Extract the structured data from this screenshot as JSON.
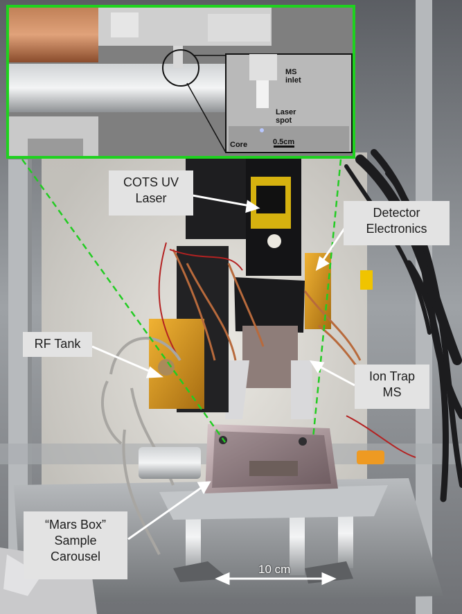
{
  "callouts": {
    "cots_uv_laser": "COTS UV\nLaser",
    "detector_electronics": "Detector\nElectronics",
    "rf_tank": "RF Tank",
    "ion_trap_ms": "Ion Trap\nMS",
    "mars_box": "“Mars Box”\nSample\nCarousel"
  },
  "inset": {
    "ms_inlet": "MS\ninlet",
    "laser_spot": "Laser\nspot",
    "core": "Core",
    "scale_bar": "0.5cm"
  },
  "scale_bar": "10 cm",
  "colors": {
    "inset_border": "#1fd21f",
    "dashed_guide": "#22cc22",
    "callout_bg": "#e3e3e3",
    "arrow": "#ffffff"
  }
}
